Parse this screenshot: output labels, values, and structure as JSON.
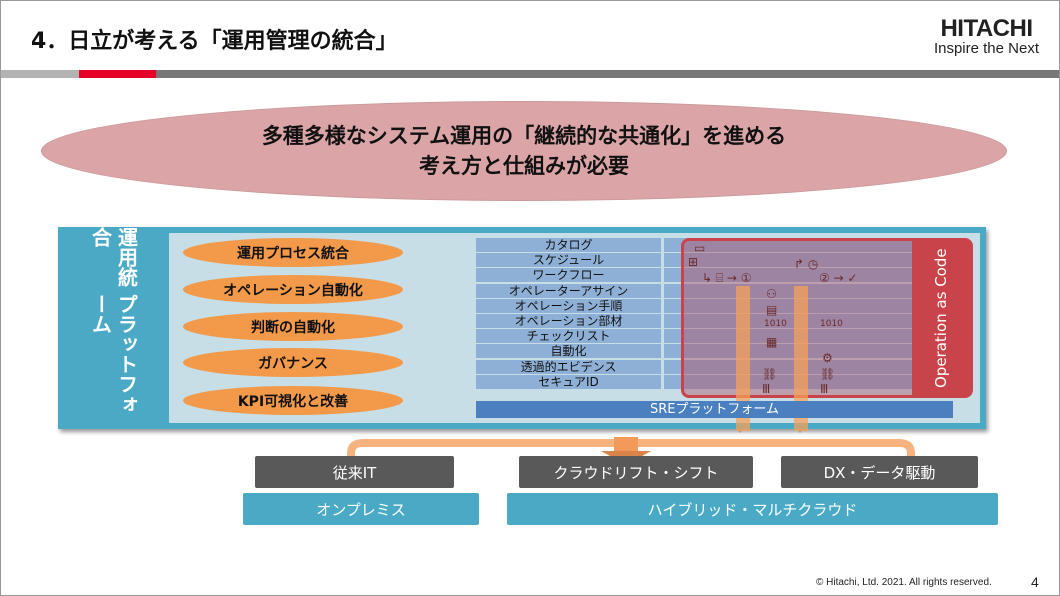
{
  "header": {
    "title": "4．日立が考える「運用管理の統合」",
    "logo_brand": "HITACHI",
    "logo_tagline": "Inspire the Next"
  },
  "banner": {
    "line1": "多種多様なシステム運用の「継続的な共通化」を進める",
    "line2": "考え方と仕組みが必要"
  },
  "platform": {
    "label": "運用統合プラットフォーム",
    "label_line1": "運用統合",
    "label_line2": "プラットフォーム",
    "pillars": [
      "運用プロセス統合",
      "オペレーション自動化",
      "判断の自動化",
      "ガバナンス",
      "KPI可視化と改善"
    ],
    "rows": [
      "カタログ",
      "スケジュール",
      "ワークフロー",
      "オペレーターアサイン",
      "オペレーション手順",
      "オペレーション部材",
      "チェックリスト",
      "自動化",
      "透過的エビデンス",
      "セキュアID"
    ],
    "base": "SREプラットフォーム",
    "oac_label": "Operation as Code"
  },
  "targets": {
    "dark": [
      "従来IT",
      "クラウドリフト・シフト",
      "DX・データ駆動"
    ],
    "teal": [
      "オンプレミス",
      "ハイブリッド・マルチクラウド"
    ]
  },
  "footer": {
    "copyright": "© Hitachi, Ltd. 2021. All rights reserved.",
    "page": "4"
  },
  "colors": {
    "accent_red": "#e60027",
    "teal": "#4aaac6",
    "orange": "#f39a4a",
    "oac_red": "#c9444a"
  }
}
